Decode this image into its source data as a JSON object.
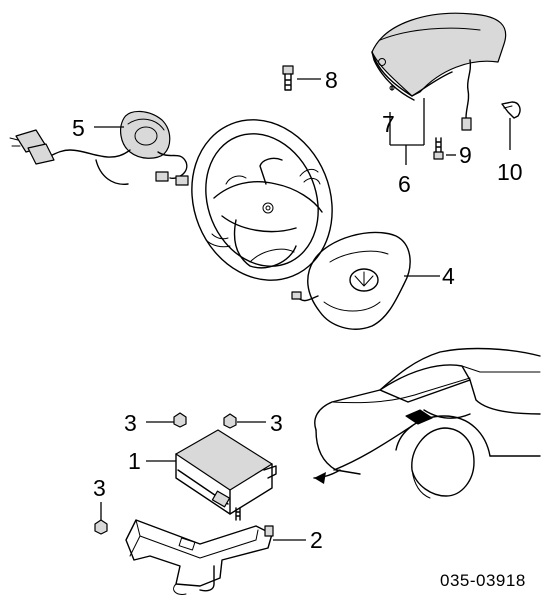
{
  "diagram": {
    "reference_code": "035-03918",
    "callouts": {
      "c1": "1",
      "c2": "2",
      "c3a": "3",
      "c3b": "3",
      "c3c": "3",
      "c4": "4",
      "c5": "5",
      "c6": "6",
      "c7": "7",
      "c8": "8",
      "c9": "9",
      "c10": "10"
    }
  }
}
